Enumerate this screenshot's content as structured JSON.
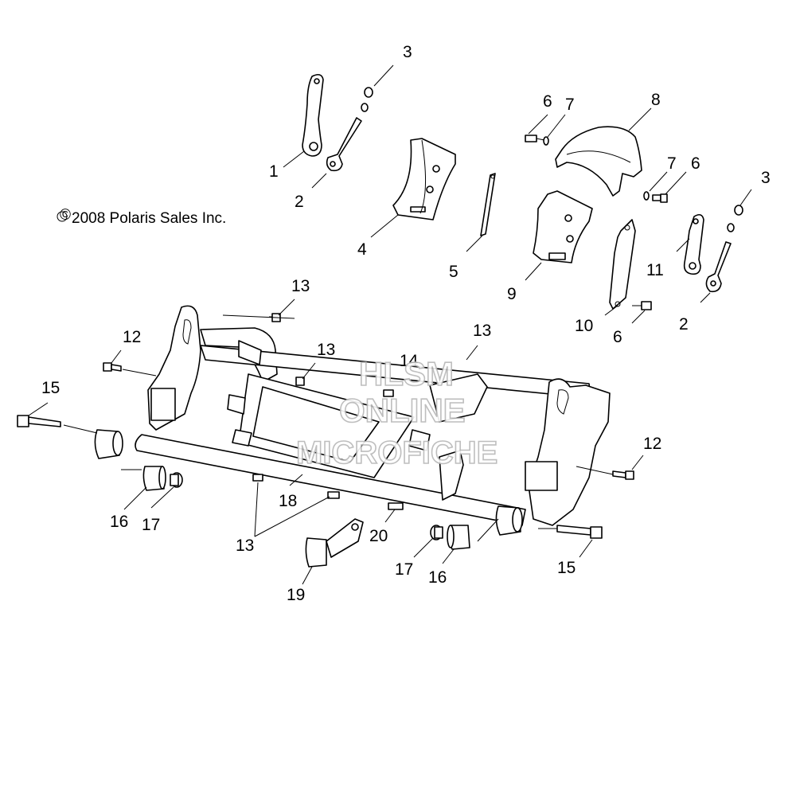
{
  "copyright": "2008 Polaris Sales Inc.",
  "copyright_symbol": "©",
  "watermark": {
    "line1": "HLSM",
    "line2": "ONLINE",
    "line3": "MICROFICHE",
    "color": "#b8b8b8"
  },
  "callouts": [
    {
      "id": "c1",
      "text": "1"
    },
    {
      "id": "c2a",
      "text": "2"
    },
    {
      "id": "c2b",
      "text": "2"
    },
    {
      "id": "c3a",
      "text": "3"
    },
    {
      "id": "c3b",
      "text": "3"
    },
    {
      "id": "c4",
      "text": "4"
    },
    {
      "id": "c5",
      "text": "5"
    },
    {
      "id": "c6a",
      "text": "6"
    },
    {
      "id": "c6b",
      "text": "6"
    },
    {
      "id": "c6c",
      "text": "6"
    },
    {
      "id": "c7a",
      "text": "7"
    },
    {
      "id": "c7b",
      "text": "7"
    },
    {
      "id": "c8",
      "text": "8"
    },
    {
      "id": "c9",
      "text": "9"
    },
    {
      "id": "c10",
      "text": "10"
    },
    {
      "id": "c11",
      "text": "11"
    },
    {
      "id": "c12a",
      "text": "12"
    },
    {
      "id": "c12b",
      "text": "12"
    },
    {
      "id": "c13a",
      "text": "13"
    },
    {
      "id": "c13b",
      "text": "13"
    },
    {
      "id": "c13c",
      "text": "13"
    },
    {
      "id": "c13d",
      "text": "13"
    },
    {
      "id": "c14",
      "text": "14"
    },
    {
      "id": "c15a",
      "text": "15"
    },
    {
      "id": "c15b",
      "text": "15"
    },
    {
      "id": "c16a",
      "text": "16"
    },
    {
      "id": "c16b",
      "text": "16"
    },
    {
      "id": "c17a",
      "text": "17"
    },
    {
      "id": "c17b",
      "text": "17"
    },
    {
      "id": "c18",
      "text": "18"
    },
    {
      "id": "c19",
      "text": "19"
    },
    {
      "id": "c20",
      "text": "20"
    }
  ]
}
